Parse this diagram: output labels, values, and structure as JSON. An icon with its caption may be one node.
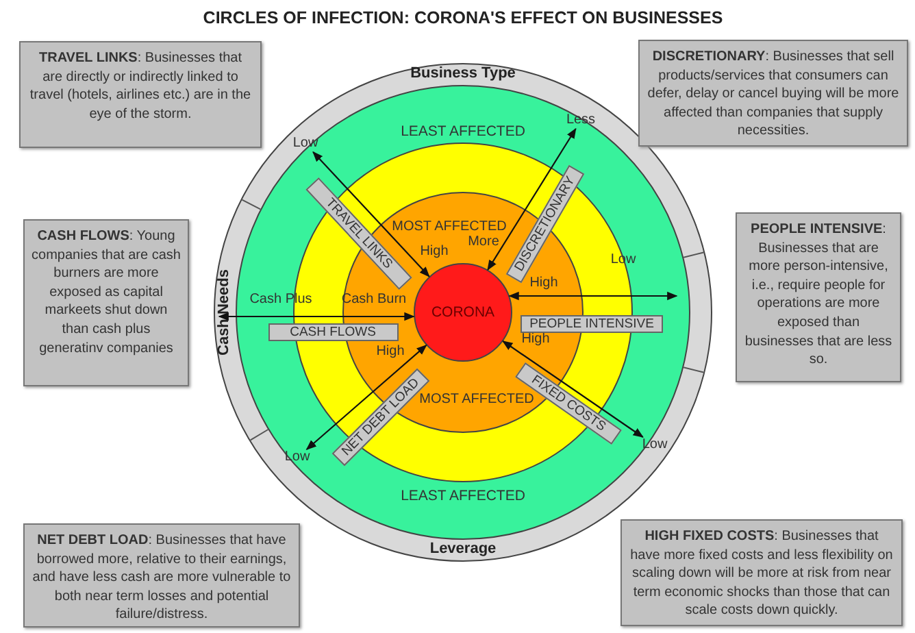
{
  "diagram": {
    "title": "CIRCLES OF INFECTION: CORONA'S EFFECT ON BUSINESSES",
    "nodes": [
      {
        "text": [
          "Business Type",
          "Cash Needs",
          "Leverage"
        ]
      },
      {
        "text": [
          "LEAST AFFECTED",
          "LEAST AFFECTED"
        ],
        "in": 0
      },
      {
        "text": [],
        "shape": "circle",
        "in": 1
      },
      {
        "text": [
          "MOST AFFECTED",
          "MOST AFFECTED"
        ],
        "in": 2
      },
      {
        "text": [
          "CORONA"
        ],
        "in": 3
      },
      {
        "text": [
          "**TRAVEL LINKS**: Businesses that are directly or indirectly linked to travel (hotels, airlines etc.) are in the eye of the storm."
        ]
      },
      {
        "text": [
          "**DISCRETIONARY**: Businesses that sell products/services that consumers can defer, delay or cancel buying will be more affected than companies that supply necessities."
        ]
      },
      {
        "text": [
          "**CASH FLOWS**: Young companies that are cash burners are more exposed as capital markeets shut down than cash plus generatinv companies"
        ]
      },
      {
        "text": [
          "**PEOPLE INTENSIVE**: Businesses that are more person-intensive, i.e., require people for operations are more exposed than businesses that are less so."
        ]
      },
      {
        "text": [
          "**NET DEBT LOAD**: Businesses that have borrowed more, relative to their earnings, and have less cash are more vulnerable to both near term losses and potential failure/distress."
        ]
      },
      {
        "text": [
          "**HIGH FIXED COSTS**: Businesses that have more fixed costs and less flexibility on scaling down will be more at risk from near term economic shocks than those that can scale costs down quickly."
        ]
      },
      {
        "text": [
          "Less"
        ],
        "in": 1
      },
      {
        "text": [
          "Low"
        ],
        "in": 1
      },
      {
        "text": [
          "Low"
        ],
        "in": 1
      },
      {
        "text": [
          "Low"
        ],
        "in": 1
      }
    ],
    "edges": [
      {
        "from": 12,
        "to": 4,
        "label": "TRAVEL LINKS",
        "arrow": "both"
      },
      {
        "from": 11,
        "to": 4,
        "label": "DISCRETIONARY",
        "arrow": "both"
      },
      {
        "from": null,
        "to": 4,
        "label": "CASH FLOWS",
        "arrow": "both"
      },
      {
        "from": null,
        "to": 4,
        "label": "PEOPLE INTENSIVE",
        "arrow": "both"
      },
      {
        "from": 13,
        "to": 4,
        "label": "NET DEBT LOAD",
        "arrow": "both"
      },
      {
        "from": 14,
        "to": 4,
        "label": "FIXED COSTS",
        "arrow": "both"
      }
    ],
    "labels": [
      "More",
      "High",
      "Low",
      "High",
      "Cash Plus",
      "Cash Burn",
      "High",
      "High"
    ]
  }
}
